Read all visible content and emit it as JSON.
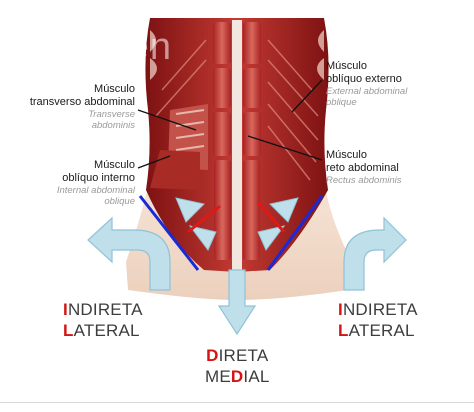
{
  "watermark": "FitSeven",
  "labels": {
    "transverso": {
      "pt_line1": "Músculo",
      "pt_line2": "transverso abdominal",
      "latin_line1": "Transverse",
      "latin_line2": "abdominis"
    },
    "obliquo_interno": {
      "pt_line1": "Músculo",
      "pt_line2": "oblíquo interno",
      "latin_line1": "Internal abdominal",
      "latin_line2": "oblique"
    },
    "obliquo_externo": {
      "pt_line1": "Músculo",
      "pt_line2": "oblíquo externo",
      "latin_line1": "External abdominal",
      "latin_line2": "oblique"
    },
    "reto": {
      "pt_line1": "Músculo",
      "pt_line2": "reto abdominal",
      "latin_line1": "Rectus abdominis"
    }
  },
  "hernias": {
    "left": {
      "l1_first": "I",
      "l1_rest": "NDIRETA",
      "l2_first": "L",
      "l2_rest": "ATERAL"
    },
    "right": {
      "l1_first": "I",
      "l1_rest": "NDIRETA",
      "l2_first": "L",
      "l2_rest": "ATERAL"
    },
    "center": {
      "l1_first": "D",
      "l1_rest": "IRETA",
      "l2_pre": "ME",
      "l2_mid": "D",
      "l2_post": "IAL"
    }
  },
  "colors": {
    "muscle_dark": "#8e1515",
    "muscle_mid": "#b82a2a",
    "muscle_light": "#d65a52",
    "skin": "#f1d9c6",
    "arrow_fill": "#bfe0ea",
    "arrow_stroke": "#8fc3d6",
    "inguinal_line": "#1a2ad6",
    "marker_red": "#e01818",
    "label_accent": "#d41414"
  }
}
